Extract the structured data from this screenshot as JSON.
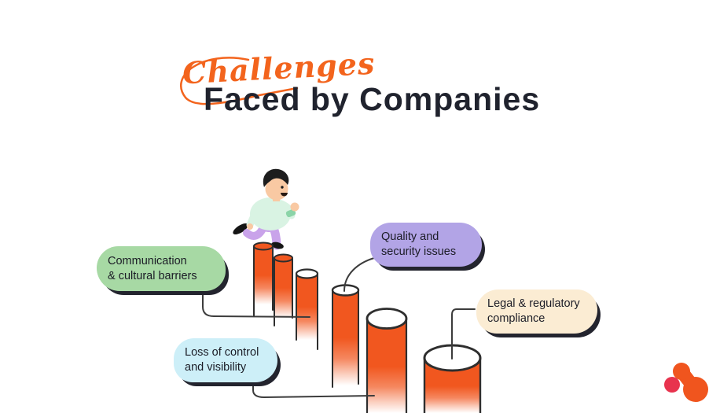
{
  "header": {
    "script_title": "Challenges",
    "main_title": "Faced by Companies",
    "script_color": "#f3641d",
    "title_color": "#20232e"
  },
  "bubbles": [
    {
      "id": "communication",
      "line1": "Communication",
      "line2": "& cultural barriers",
      "fill": "#a7d9a4"
    },
    {
      "id": "quality",
      "line1": "Quality and",
      "line2": "security issues",
      "fill": "#b2a4e6"
    },
    {
      "id": "control",
      "line1": "Loss of control",
      "line2": "and visibility",
      "fill": "#cdeff8"
    },
    {
      "id": "legal",
      "line1": "Legal & regulatory",
      "line2": "compliance",
      "fill": "#fbecd3"
    }
  ],
  "art": {
    "pillar_color": "#f1571f",
    "outline_color": "#2e2e2e",
    "connector_color": "#3c3c3c",
    "person": {
      "sweater": "#d9f3e3",
      "pants": "#c9a3ea",
      "skin": "#f9c9a3",
      "hair": "#1d1d1d",
      "cuff": "#8bd4a8",
      "shoes": "#151515"
    }
  },
  "logo": {
    "name": "brand-mark",
    "dot_color": "#e8334e",
    "blob_color": "#f0551e"
  }
}
